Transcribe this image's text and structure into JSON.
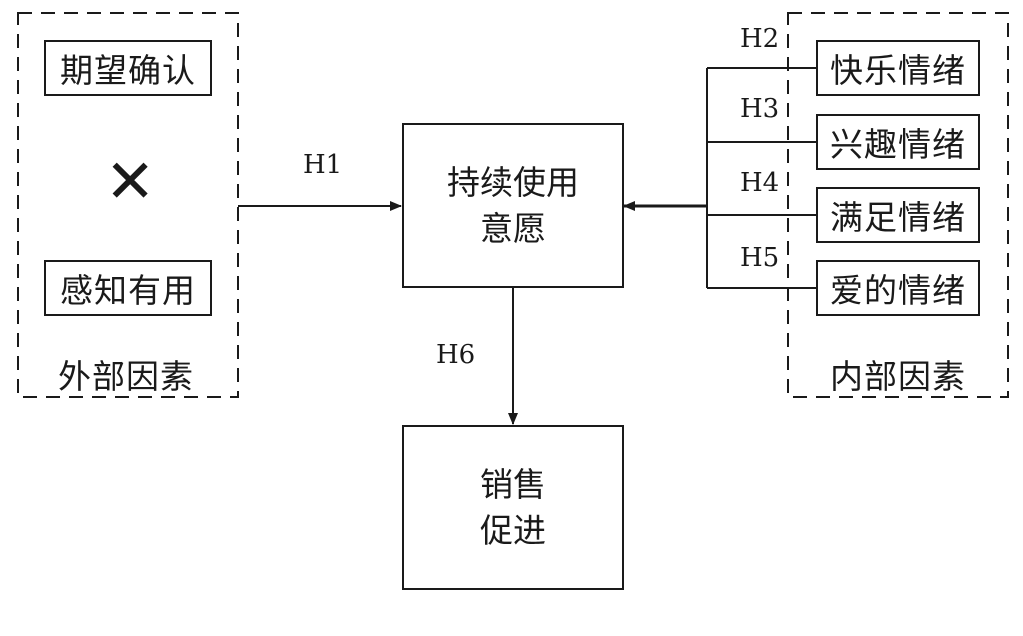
{
  "external": {
    "title": "外部因素",
    "item_top": "期望确认",
    "operator": "✕",
    "item_bottom": "感知有用"
  },
  "internal": {
    "title": "内部因素",
    "items": [
      "快乐情绪",
      "兴趣情绪",
      "满足情绪",
      "爱的情绪"
    ]
  },
  "center": {
    "line1": "持续使用",
    "line2": "意愿"
  },
  "outcome": {
    "line1": "销售",
    "line2": "促进"
  },
  "hypotheses": {
    "h1": "H1",
    "h2": "H2",
    "h3": "H3",
    "h4": "H4",
    "h5": "H5",
    "h6": "H6"
  }
}
